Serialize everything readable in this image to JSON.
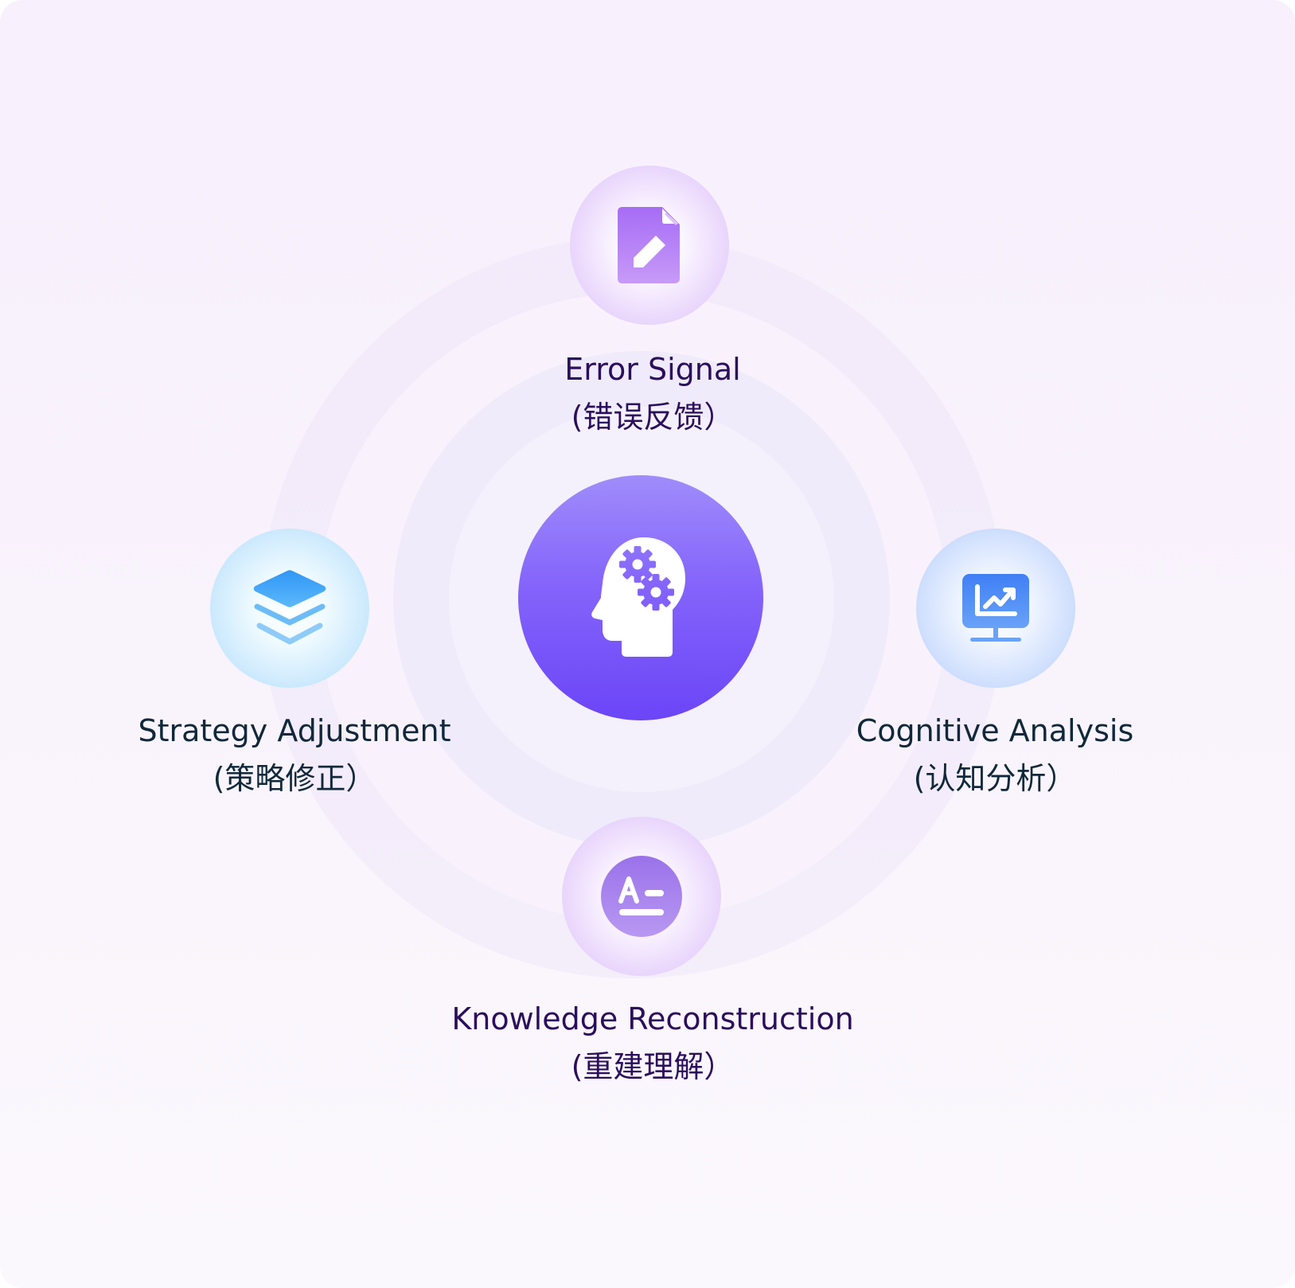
{
  "diagram": {
    "center": {
      "icon": "head-gears-icon"
    },
    "nodes": [
      {
        "id": "error",
        "icon": "document-edit-icon",
        "title": "Error Signal",
        "subtitle": "(错误反馈）",
        "color": "#a97cf5"
      },
      {
        "id": "cognitive",
        "icon": "chart-monitor-icon",
        "title": "Cognitive Analysis",
        "subtitle": "(认知分析）",
        "color": "#4a8af6"
      },
      {
        "id": "knowledge",
        "icon": "text-format-icon",
        "title": "Knowledge Reconstruction",
        "subtitle": "(重建理解）",
        "color": "#9b76ec"
      },
      {
        "id": "strategy",
        "icon": "layers-icon",
        "title": "Strategy Adjustment",
        "subtitle": "(策略修正）",
        "color": "#3ea4f8"
      }
    ]
  }
}
